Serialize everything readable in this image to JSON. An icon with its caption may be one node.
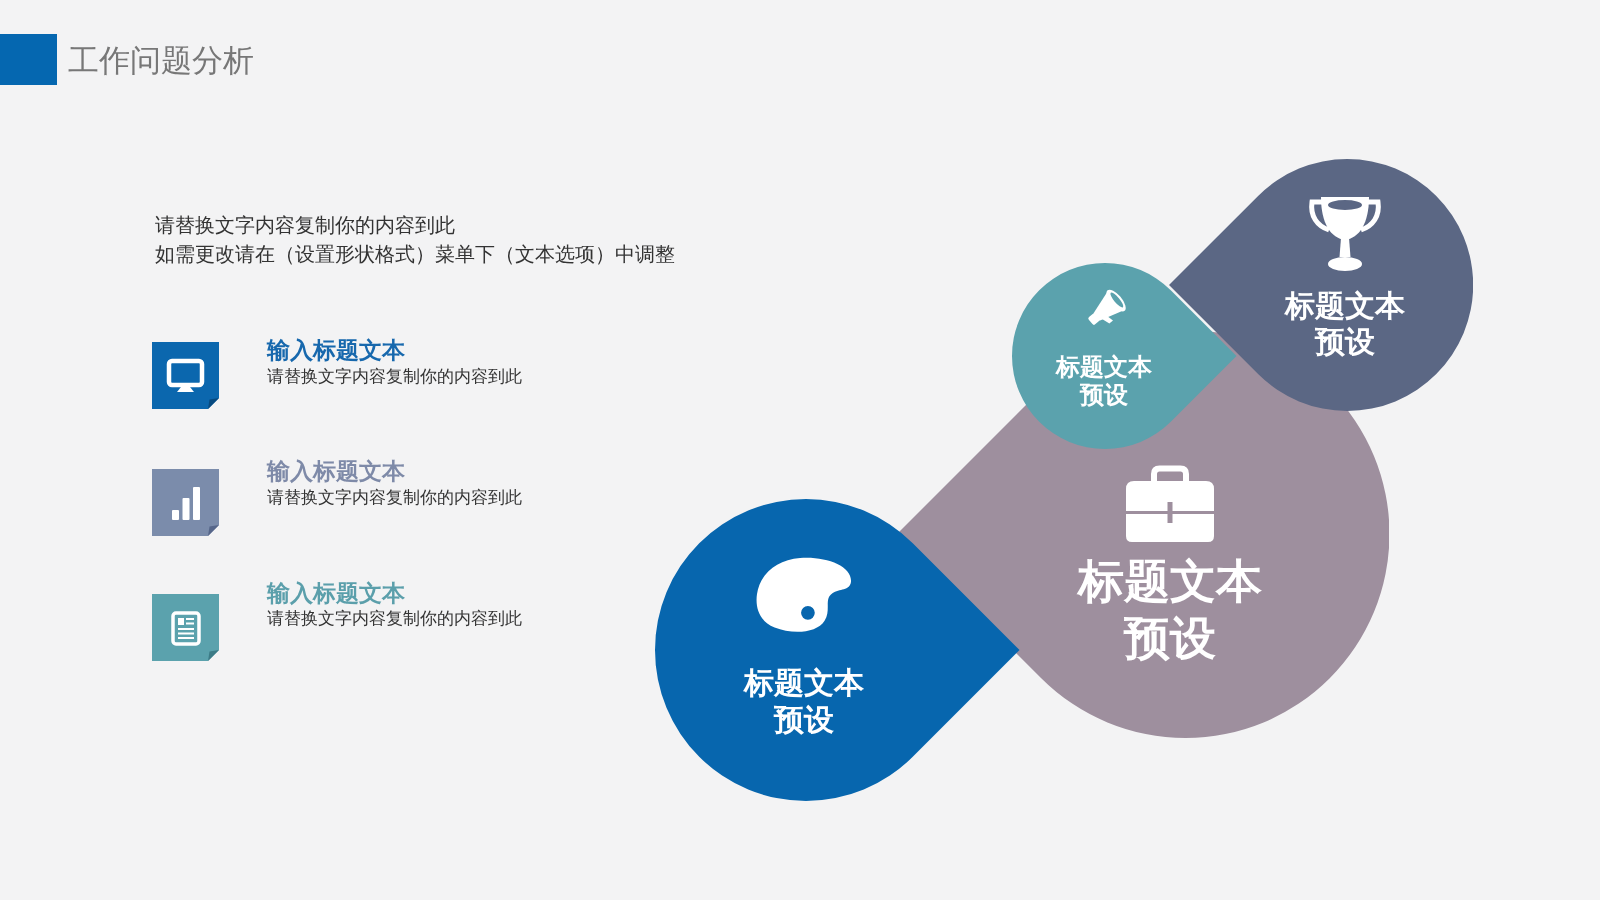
{
  "diagram": {
    "title": "工作问题分析",
    "nodes": [
      {
        "text": [
          "标题文本预设"
        ]
      },
      {
        "text": [
          "标题文本预设"
        ]
      },
      {
        "text": [
          "标题文本预设"
        ]
      },
      {
        "text": [
          "标题文本预设"
        ]
      }
    ],
    "labels": [
      "请替换文字内容复制你的内容到此",
      "如需更改请在（设置形状格式）菜单下（文本选项）中调整",
      "输入标题文本",
      "请替换文字内容复制你的内容到此",
      "输入标题文本",
      "请替换文字内容复制你的内容到此",
      "输入标题文本",
      "请替换文字内容复制你的内容到此"
    ]
  }
}
